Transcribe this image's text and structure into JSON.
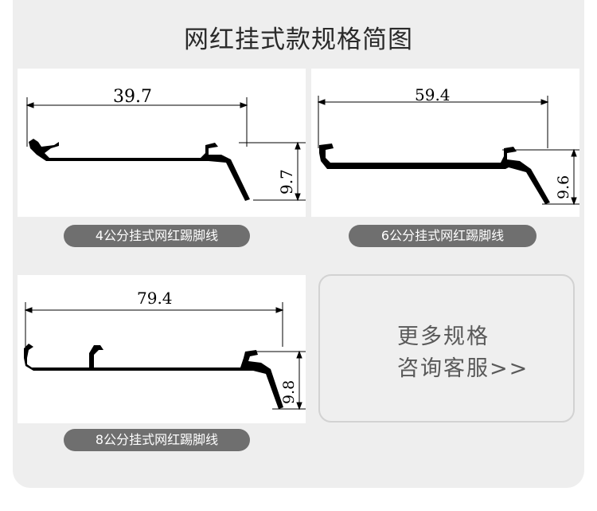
{
  "title": "网红挂式款规格简图",
  "profiles": [
    {
      "width": "39.7",
      "height": "9.7",
      "caption": "4公分挂式网红踢脚线"
    },
    {
      "width": "59.4",
      "height": "9.6",
      "caption": "6公分挂式网红踢脚线"
    },
    {
      "width": "79.4",
      "height": "9.8",
      "caption": "8公分挂式网红踢脚线"
    }
  ],
  "more_specs": {
    "line1": "更多规格",
    "line2": "咨询客服>>"
  }
}
